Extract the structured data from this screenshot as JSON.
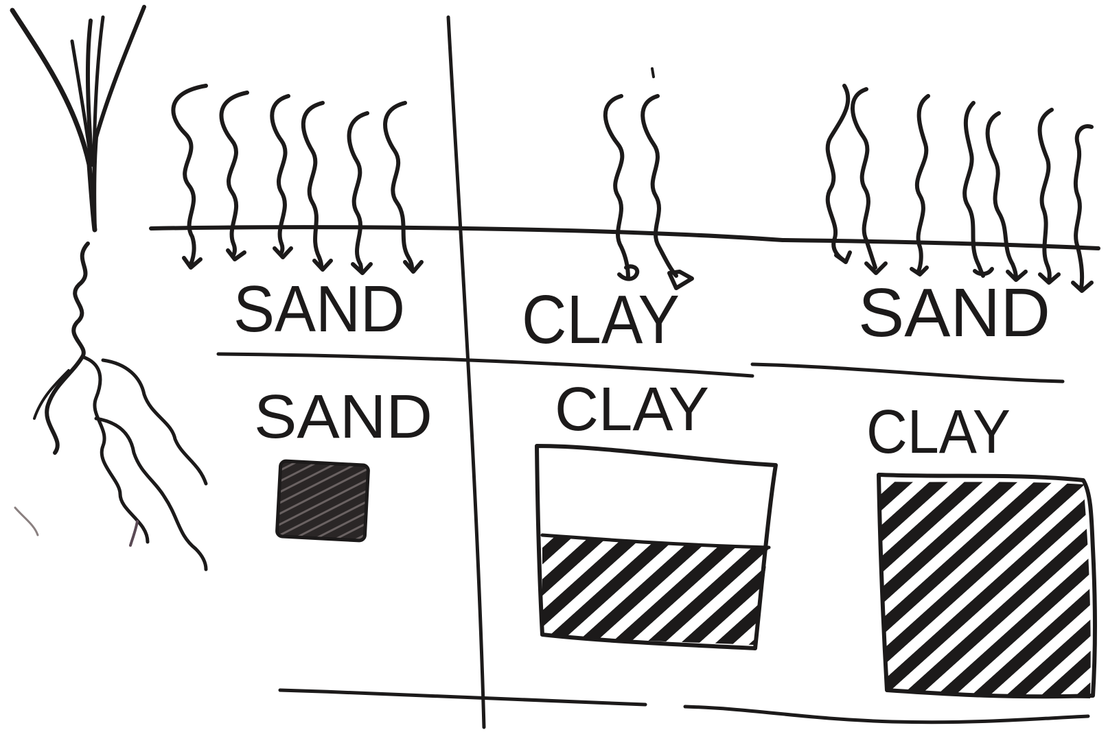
{
  "colors": {
    "board": "#ffffff",
    "ink": "#1c1a1a",
    "faint_mark": "#5a4a55"
  },
  "icons": [
    "tree-icon",
    "water-arrow-icon",
    "root-icon",
    "hatched-water-icon"
  ],
  "upper_layers": [
    {
      "label": "SAND",
      "infiltration": "high"
    },
    {
      "label": "CLAY",
      "infiltration": "low"
    },
    {
      "label": "SAND",
      "infiltration": "high"
    }
  ],
  "lower_layers": [
    {
      "label": "SAND",
      "stored_water": "small"
    },
    {
      "label": "CLAY",
      "stored_water": "half"
    },
    {
      "label": "CLAY",
      "stored_water": "full"
    }
  ]
}
